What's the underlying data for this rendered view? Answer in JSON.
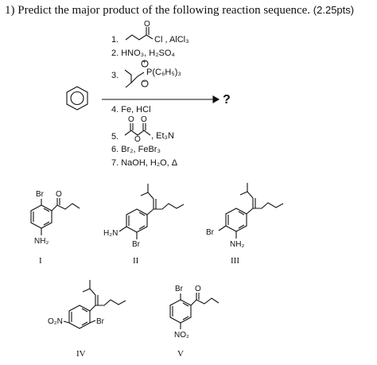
{
  "question": {
    "title": "1) Predict the major product of the following reaction sequence.",
    "points": "(2.25pts)"
  },
  "reagents": {
    "step1_num": "1.",
    "step1_cl": "Cl , AlCl₃",
    "step2": "2. HNO₃, H₂SO₄",
    "step3_num": "3.",
    "step3_ylide": "P(C₆H₅)₃",
    "step4": "4. Fe, HCl",
    "step5_num": "5.",
    "step5_base": ", Et₃N",
    "step6": "6. Br₂, FeBr₃",
    "step7": "7. NaOH, H₂O, Δ",
    "product": "?"
  },
  "labels": {
    "oxygen": "O",
    "bromine": "Br",
    "amine": "NH₂",
    "amine_left": "H₂N",
    "nitro": "NO₂",
    "nitro_left": "O₂N",
    "charge_plus": "+",
    "charge_minus": "−"
  },
  "choices": [
    "I",
    "II",
    "III",
    "IV",
    "V"
  ]
}
